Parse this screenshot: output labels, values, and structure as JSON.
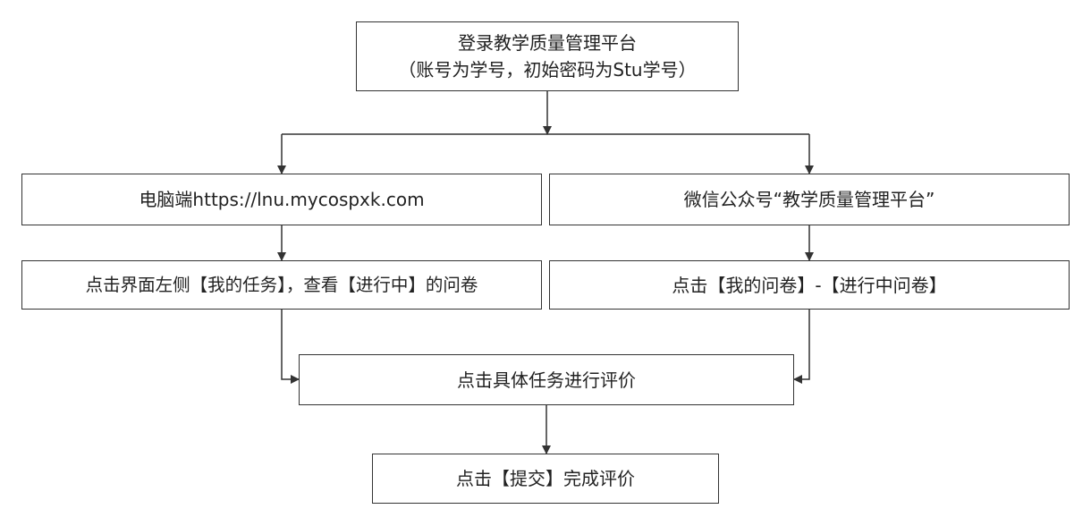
{
  "flowchart": {
    "login": {
      "line1": "登录教学质量管理平台",
      "line2": "（账号为学号，初始密码为Stu学号）"
    },
    "pc_entry": "电脑端https://lnu.mycospxk.com",
    "wechat_entry": "微信公众号“教学质量管理平台”",
    "pc_step": "点击界面左侧【我的任务】，查看【进行中】的问卷",
    "wechat_step": "点击【我的问卷】-【进行中问卷】",
    "evaluate": "点击具体任务进行评价",
    "submit": "点击【提交】完成评价"
  },
  "colors": {
    "line": "#333333",
    "text": "#222222",
    "background": "#ffffff"
  }
}
